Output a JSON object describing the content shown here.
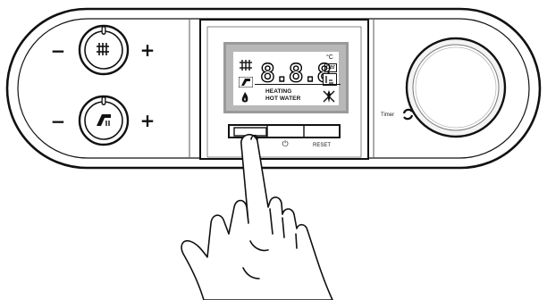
{
  "knobs": {
    "heating": {
      "minus": "−",
      "plus": "+",
      "icon": "radiator-icon"
    },
    "hot_water": {
      "minus": "−",
      "plus": "+",
      "icon": "tap-icon"
    }
  },
  "display": {
    "digits": "8.8.8",
    "unit_celsius": "°C",
    "unit_bar": "bar",
    "heating_label": "HEATING",
    "hot_water_label": "HOT WATER",
    "icons": [
      "radiator-icon",
      "tap-icon",
      "flame-icon",
      "fault-icon",
      "chimney-icon"
    ]
  },
  "buttons": {
    "power_symbol": "⏻",
    "reset_label": "RESET"
  },
  "timer": {
    "label": "Timer"
  }
}
